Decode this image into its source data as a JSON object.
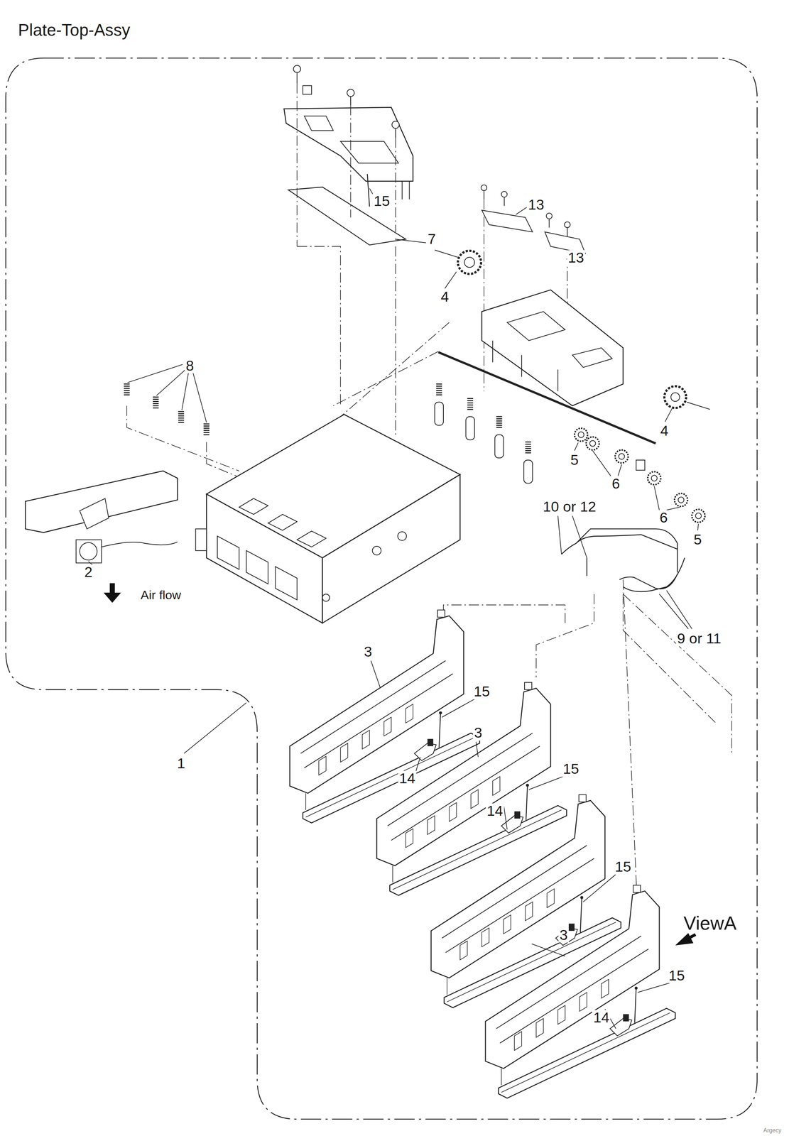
{
  "diagram": {
    "title": "Plate-Top-Assy",
    "labels": [
      "15",
      "13",
      "7",
      "13",
      "4",
      "8",
      "4",
      "5",
      "6",
      "10 or 12",
      "6",
      "5",
      "2",
      "Air flow",
      "9 or 11",
      "3",
      "15",
      "3",
      "1",
      "14",
      "15",
      "14",
      "15",
      "ViewA",
      "3",
      "14",
      "15",
      "Argecy"
    ]
  }
}
